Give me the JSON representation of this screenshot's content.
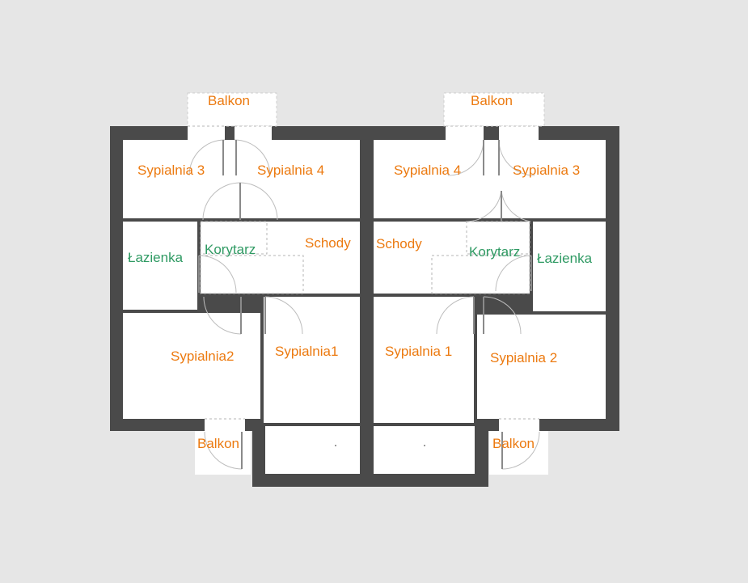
{
  "colors": {
    "background": "#e6e6e6",
    "wall": "#4a4a4a",
    "floor": "#ffffff",
    "room_label": "#ec7a10",
    "wet_label": "#2f9a63"
  },
  "left_unit": {
    "balkon_top": "Balkon",
    "sypialnia3": "Sypialnia 3",
    "sypialnia4": "Sypialnia 4",
    "lazienka": "Łazienka",
    "korytarz": "Korytarz",
    "schody": "Schody",
    "sypialnia2": "Sypialnia2",
    "sypialnia1": "Sypialnia1",
    "balkon_bottom": "Balkon"
  },
  "right_unit": {
    "balkon_top": "Balkon",
    "sypialnia4": "Sypialnia 4",
    "sypialnia3": "Sypialnia 3",
    "schody": "Schody",
    "korytarz": "Korytarz",
    "lazienka": "Łazienka",
    "sypialnia1": "Sypialnia 1",
    "sypialnia2": "Sypialnia 2",
    "balkon_bottom": "Balkon"
  }
}
